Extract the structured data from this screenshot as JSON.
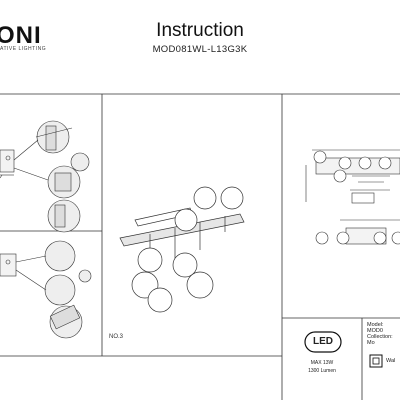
{
  "header": {
    "brand": "ONI",
    "brand_tagline": "ATIVE LIGHTING",
    "title": "Instruction",
    "model": "MOD081WL-L13G3K"
  },
  "steps": {
    "step3_label": "NO.3"
  },
  "spec_box": {
    "led_logo": "LED",
    "max_power": "MAX 13W",
    "lumen": "1300 Lumen"
  },
  "info_table": {
    "model_row": "Model: MOD0",
    "collection_row": "Collection: Mo",
    "wall_row": "Wal"
  }
}
